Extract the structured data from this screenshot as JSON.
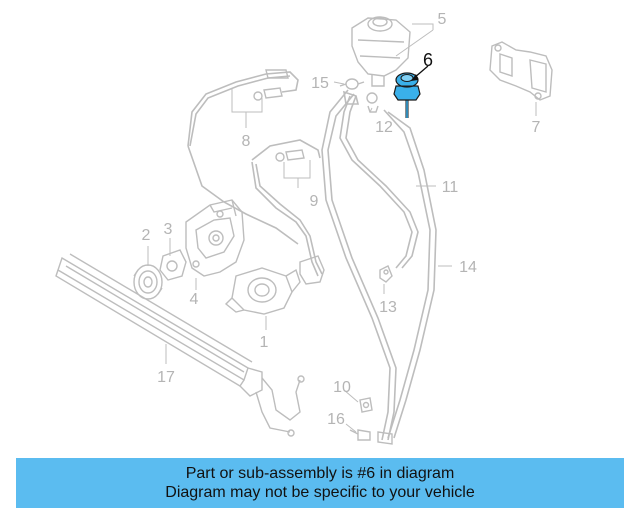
{
  "diagram": {
    "labels": [
      "1",
      "2",
      "3",
      "4",
      "5",
      "6",
      "7",
      "8",
      "9",
      "10",
      "11",
      "12",
      "13",
      "14",
      "15",
      "16",
      "17"
    ],
    "highlighted_part": "6",
    "highlight_color": "#3ab0ea"
  },
  "banner": {
    "line1": "Part or sub-assembly is #6 in diagram",
    "line2": "Diagram may not be specific to your vehicle",
    "background": "#5bbcf0"
  }
}
